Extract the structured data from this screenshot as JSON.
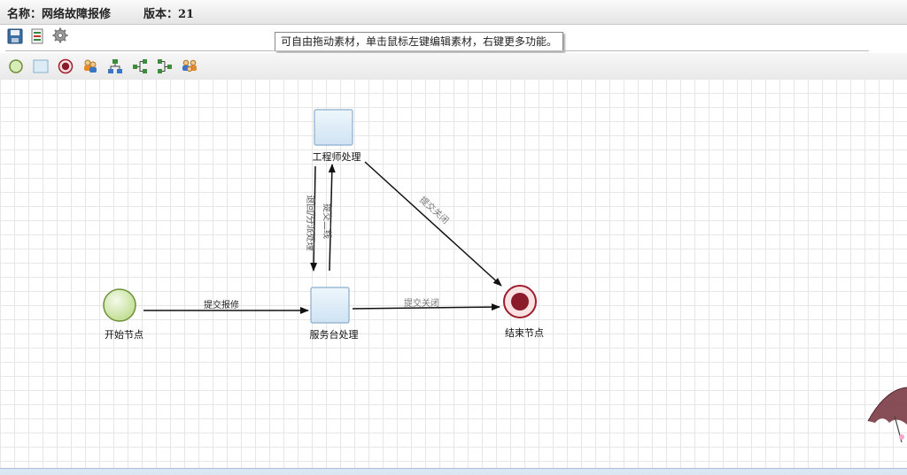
{
  "header": {
    "name_label": "名称：网络故障报修",
    "version_label": "版本：21"
  },
  "toolbar": {
    "save_icon": "save-icon",
    "export_icon": "export-icon",
    "settings_icon": "gear-icon",
    "tooltip": "可自由拖动素材，单击鼠标左键编辑素材，右键更多功能。"
  },
  "palette": [
    {
      "name": "start-event-tool",
      "icon": "start-circle-icon"
    },
    {
      "name": "task-tool",
      "icon": "task-box-icon"
    },
    {
      "name": "end-event-tool",
      "icon": "end-circle-icon"
    },
    {
      "name": "user-task-tool",
      "icon": "users-icon"
    },
    {
      "name": "subprocess-tool",
      "icon": "network-icon"
    },
    {
      "name": "fork-tool",
      "icon": "fork-icon"
    },
    {
      "name": "join-tool",
      "icon": "join-icon"
    },
    {
      "name": "assign-tool",
      "icon": "user-group-icon"
    }
  ],
  "diagram": {
    "nodes": {
      "start": "开始节点",
      "service_desk": "服务台处理",
      "engineer": "工程师处理",
      "end": "结束节点"
    },
    "edges": {
      "start_to_service": "提交报修",
      "service_to_end": "提交关闭",
      "engineer_to_end": "提交关闭",
      "engineer_to_service": "退回/分派处理",
      "service_to_engineer": "提交二线"
    }
  },
  "colors": {
    "start_fill": "#d8ecb8",
    "start_stroke": "#6e8f3a",
    "end_fill": "#8b1a2b",
    "task_fill": "#dcecf7",
    "task_stroke": "#8aaecb"
  }
}
